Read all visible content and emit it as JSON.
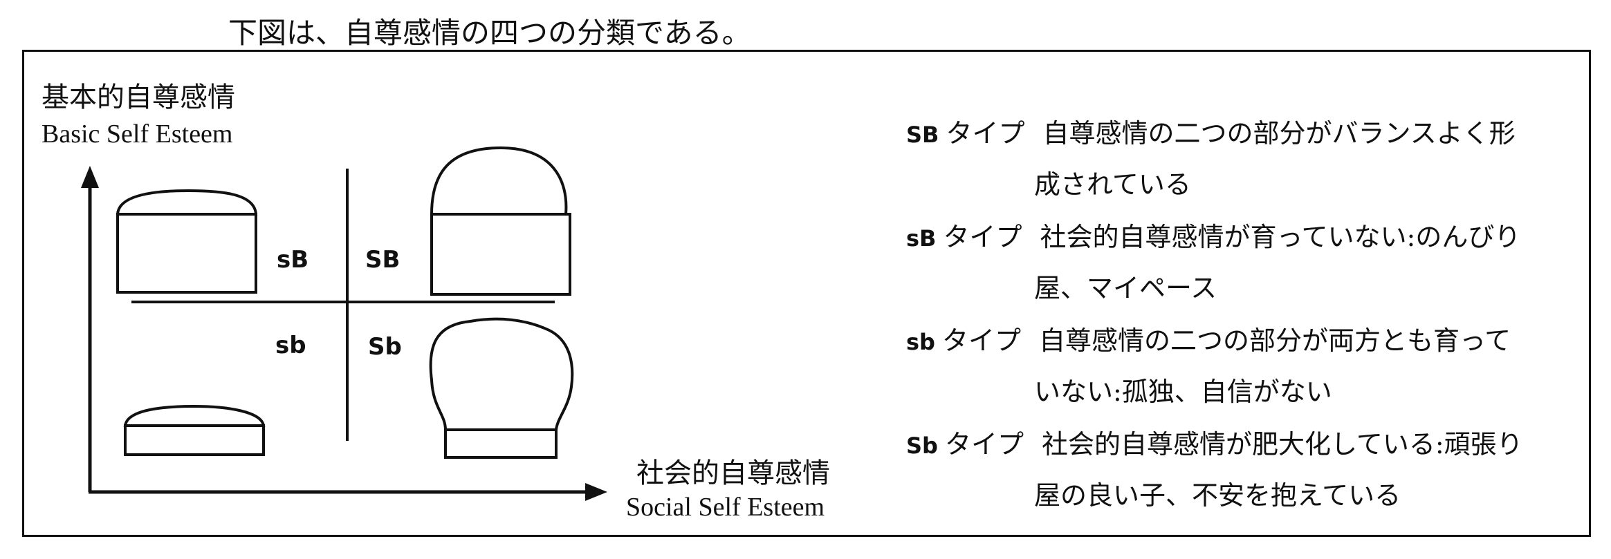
{
  "caption": "下図は、自尊感情の四つの分類である。",
  "axes": {
    "y_label_ja": "基本的自尊感情",
    "y_label_en": "Basic Self Esteem",
    "x_label_ja": "社会的自尊感情",
    "x_label_en": "Social Self Esteem"
  },
  "quadrants": {
    "top_left": "sB",
    "top_right": "SB",
    "bottom_left": "sb",
    "bottom_right": "Sb"
  },
  "legend": [
    {
      "code": "SB",
      "type": "タイプ",
      "line1": "自尊感情の二つの部分がバランスよく形",
      "line2": "成されている"
    },
    {
      "code": "sB",
      "type": "タイプ",
      "line1": "社会的自尊感情が育っていない:のんびり",
      "line2": "屋、マイペース"
    },
    {
      "code": "sb",
      "type": "タイプ",
      "line1": "自尊感情の二つの部分が両方とも育って",
      "line2": "いない:孤独、自信がない"
    },
    {
      "code": "Sb",
      "type": "タイプ",
      "line1": "社会的自尊感情が肥大化している:頑張り",
      "line2": "屋の良い子、不安を抱えている"
    }
  ]
}
